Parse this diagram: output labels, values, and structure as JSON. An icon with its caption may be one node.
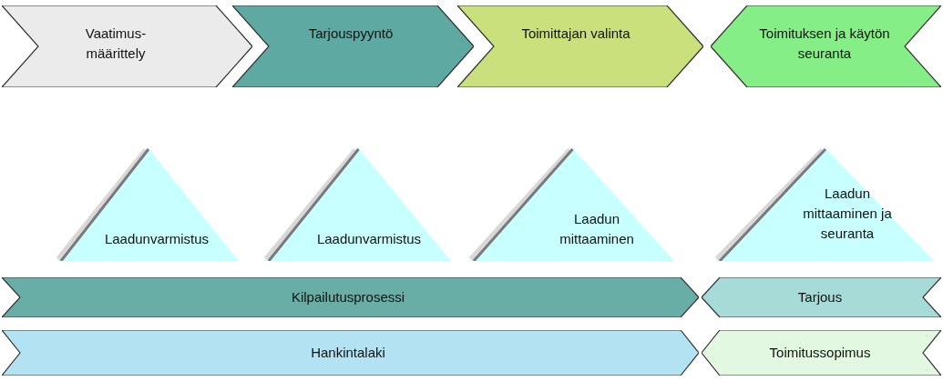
{
  "diagram": {
    "nodes": [
      {
        "text": [
          "Vaatimus- määrittely"
        ]
      },
      {
        "text": [
          "Tarjouspyyntö"
        ]
      },
      {
        "text": [
          "Toimittajan valinta"
        ]
      },
      {
        "text": [
          "Toimituksen ja käytön seuranta"
        ]
      },
      {
        "text": [
          "Laadunvarmistus"
        ]
      },
      {
        "text": [
          "Laadunvarmistus"
        ]
      },
      {
        "text": [
          "Laadun mittaaminen"
        ]
      },
      {
        "text": [
          "Laadun mittaaminen ja seuranta"
        ]
      },
      {
        "text": [
          "Kilpailutusprosessi"
        ]
      },
      {
        "text": [
          "Tarjous"
        ]
      },
      {
        "text": [
          "Hankintalaki"
        ]
      },
      {
        "text": [
          "Toimitussopimus"
        ]
      }
    ]
  }
}
